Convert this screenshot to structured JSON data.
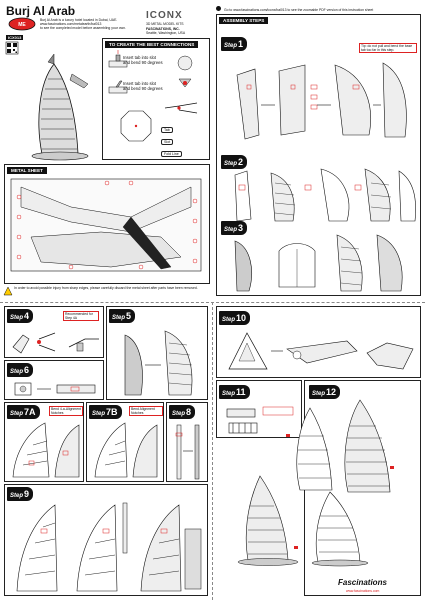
{
  "header": {
    "title": "Burj Al Arab",
    "intro_lines": [
      "Burj Al Arab is a luxury hotel located in Dubai, UAE.",
      "www.fascinations.com/metalearth/bal013",
      "to see the completed model before assembling your own."
    ],
    "badge": "ICX013",
    "brand": "ICONX",
    "brand_sub": "3D METAL MODEL KITS",
    "company": "FASCINATIONS, INC.",
    "company_loc": "Seattle, Washington, USA",
    "pdf_notice": "Go to www.fascinations.com/iconx/bal013 to see the zoomable PDF version of this instruction sheet"
  },
  "connections": {
    "title": "TO CREATE THE BEST CONNECTIONS",
    "tip1": "Insert tab into slot and bend 90 degrees",
    "tip2": "Insert tab into slot and bend 90 degrees",
    "tools": [
      "Tab",
      "Slot",
      "Fold Line"
    ]
  },
  "metal_sheet": {
    "title": "METAL SHEET"
  },
  "warning": "In order to avoid possible injury from sharp edges, please carefully discard the metal sheet after parts have been removed.",
  "assembly": {
    "title": "ASSEMBLY STEPS",
    "step1_note": "Tip: do not pull and bend the base tab too far in this step.",
    "step4_note": "Recommended for Step 4A"
  },
  "steps": [
    {
      "label": "Step",
      "num": "1"
    },
    {
      "label": "Step",
      "num": "2"
    },
    {
      "label": "Step",
      "num": "3"
    },
    {
      "label": "Step",
      "num": "4"
    },
    {
      "label": "Step",
      "num": "5"
    },
    {
      "label": "Step",
      "num": "6"
    },
    {
      "label": "Step",
      "num": "7A"
    },
    {
      "label": "Step",
      "num": "7B"
    },
    {
      "label": "Step",
      "num": "8"
    },
    {
      "label": "Step",
      "num": "9"
    },
    {
      "label": "Step",
      "num": "10"
    },
    {
      "label": "Step",
      "num": "11"
    },
    {
      "label": "Step",
      "num": "12"
    }
  ],
  "step7a_note": "Bend 4-a-Alignment Notches",
  "step7b_note": "Bend Alignment Notches",
  "footer_brand": "Fascinations",
  "footer_url": "www.fascinations.com"
}
